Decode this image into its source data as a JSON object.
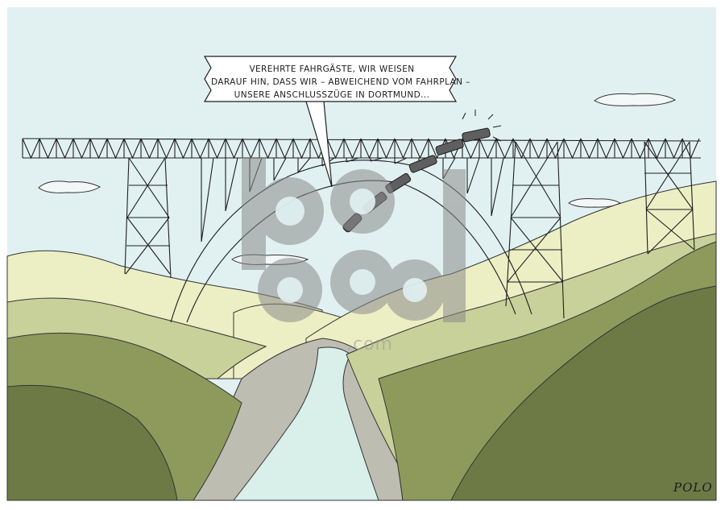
{
  "cartoon": {
    "speech_lines": [
      "VEREHRTE FAHRGÄSTE, WIR WEISEN",
      "DARAUF HIN, DASS WIR – ABWEICHEND VOM FAHRPLAN –",
      "UNSERE ANSCHLUSSZÜGE IN DORTMUND..."
    ],
    "signature": "POLO"
  },
  "watermark": {
    "brand": "toonpool",
    "suffix": ".com"
  },
  "colors": {
    "sky": "#e1f1f2",
    "hills_far": "#ecefc4",
    "hills_mid": "#c9d19a",
    "hills_dark": "#8d9a5c",
    "hills_darker": "#6d7a45",
    "river": "#d9efe9",
    "riverbank": "#bdbdb2",
    "train": "#5f5f5f",
    "bridge_line": "#1e1e1e"
  }
}
